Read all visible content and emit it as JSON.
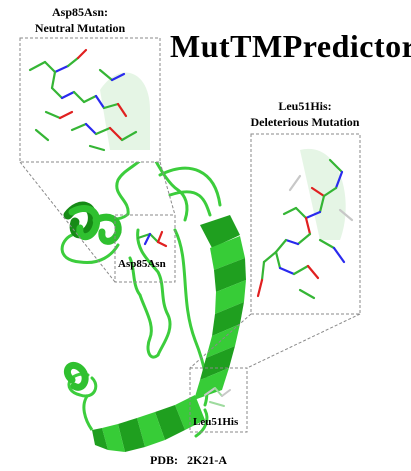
{
  "title": "MutTMPredictor",
  "inset_neutral": {
    "line1": "Asp85Asn:",
    "line2": "Neutral Mutation"
  },
  "inset_deleterious": {
    "line1": "Leu51His:",
    "line2": "Deleterious Mutation"
  },
  "site_labels": {
    "neutral": "Asp85Asn",
    "deleterious": "Leu51His"
  },
  "pdb": {
    "label": "PDB:",
    "id": "2K21-A"
  },
  "colors": {
    "helix": "#2fc02f",
    "helix_dark": "#168a16",
    "loop": "#3fcf3f",
    "stick_carbon": "#35b535",
    "nitrogen": "#2a2aee",
    "oxygen": "#e02020",
    "box_border": "#8a8a8a"
  }
}
